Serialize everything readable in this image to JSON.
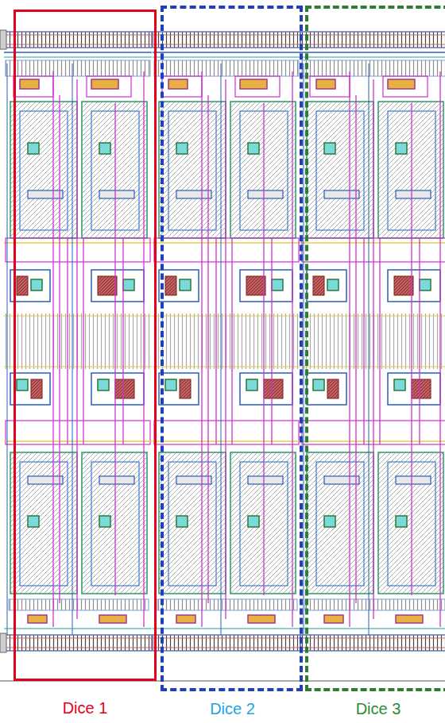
{
  "diagram": {
    "nodes": [
      {
        "text": [
          "Dice 1"
        ]
      },
      {
        "text": [
          "Dice 2"
        ]
      },
      {
        "text": [
          "Dice 3"
        ]
      }
    ]
  }
}
